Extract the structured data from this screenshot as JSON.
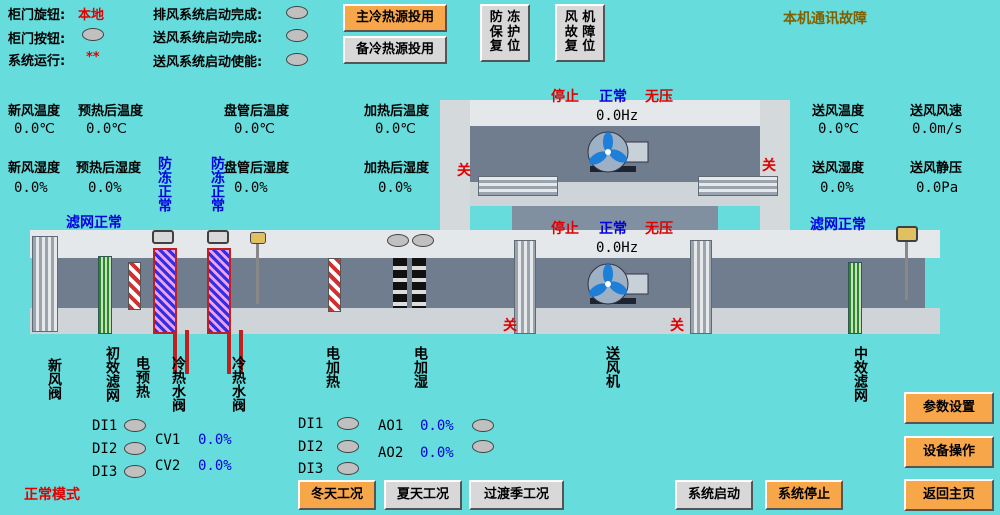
{
  "header": {
    "door_knob_label": "柜门旋钮:",
    "door_knob_value": "本地",
    "door_button_label": "柜门按钮:",
    "system_running_label": "系统运行:",
    "system_running_value": "**",
    "exhaust_start_done": "排风系统启动完成:",
    "supply_start_done": "送风系统启动完成:",
    "supply_start_enable": "送风系统启动使能:",
    "main_source_button": "主冷热源投用",
    "backup_source_button": "备冷热源投用",
    "antifreeze_reset": "防 冻\n保 护\n复 位",
    "fan_fault_reset": "风 机\n故 障\n复 位",
    "comm_fault": "本机通讯故障"
  },
  "readings": {
    "fresh_temp_label": "新风温度",
    "fresh_temp_value": "0.0℃",
    "preheat_temp_label": "预热后温度",
    "preheat_temp_value": "0.0℃",
    "coil_temp_label": "盘管后温度",
    "coil_temp_value": "0.0℃",
    "heat_temp_label": "加热后温度",
    "heat_temp_value": "0.0℃",
    "supply_temp_label": "送风温度",
    "supply_temp_value": "0.0℃",
    "supply_speed_label": "送风风速",
    "supply_speed_value": "0.0m/s",
    "fresh_hum_label": "新风湿度",
    "fresh_hum_value": "0.0%",
    "preheat_hum_label": "预热后湿度",
    "preheat_hum_value": "0.0%",
    "coil_hum_label": "盘管后湿度",
    "coil_hum_value": "0.0%",
    "heat_hum_label": "加热后湿度",
    "heat_hum_value": "0.0%",
    "supply_hum_label": "送风湿度",
    "supply_hum_value": "0.0%",
    "supply_pressure_label": "送风静压",
    "supply_pressure_value": "0.0Pa"
  },
  "status": {
    "filter_ok_1": "滤网正常",
    "filter_ok_2": "滤网正常",
    "antifreeze_ok_1": "防冻正常",
    "antifreeze_ok_2": "防冻正常",
    "fan_top_stop": "停止",
    "fan_top_normal": "正常",
    "fan_top_nopressure": "无压",
    "fan_top_freq": "0.0Hz",
    "fan_bottom_stop": "停止",
    "fan_bottom_normal": "正常",
    "fan_bottom_nopressure": "无压",
    "fan_bottom_freq": "0.0Hz",
    "closed": "关"
  },
  "components": {
    "fresh_damper": "新风阀",
    "primary_filter": "初效滤网",
    "electric_preheat": "电预热",
    "chw_valve_1": "冷热水阀",
    "chw_valve_2": "冷热水阀",
    "electric_heat": "电加热",
    "electric_humid": "电加湿",
    "supply_fan": "送风机",
    "medium_filter": "中效滤网"
  },
  "io": {
    "di1": "DI1",
    "di2": "DI2",
    "di3": "DI3",
    "cv1": "CV1",
    "cv1_value": "0.0%",
    "cv2": "CV2",
    "cv2_value": "0.0%",
    "di1b": "DI1",
    "di2b": "DI2",
    "di3b": "DI3",
    "ao1": "AO1",
    "ao1_value": "0.0%",
    "ao2": "AO2",
    "ao2_value": "0.0%"
  },
  "footer": {
    "mode_label": "正常模式",
    "winter": "冬天工况",
    "summer": "夏天工况",
    "transition": "过渡季工况",
    "system_start": "系统启动",
    "system_stop": "系统停止",
    "params": "参数设置",
    "device_op": "设备操作",
    "home": "返回主页"
  },
  "colors": {
    "background": "#66dcdc",
    "orange_button": "#f7a64a",
    "alarm_red": "#e00000",
    "status_blue": "#0000e0"
  }
}
